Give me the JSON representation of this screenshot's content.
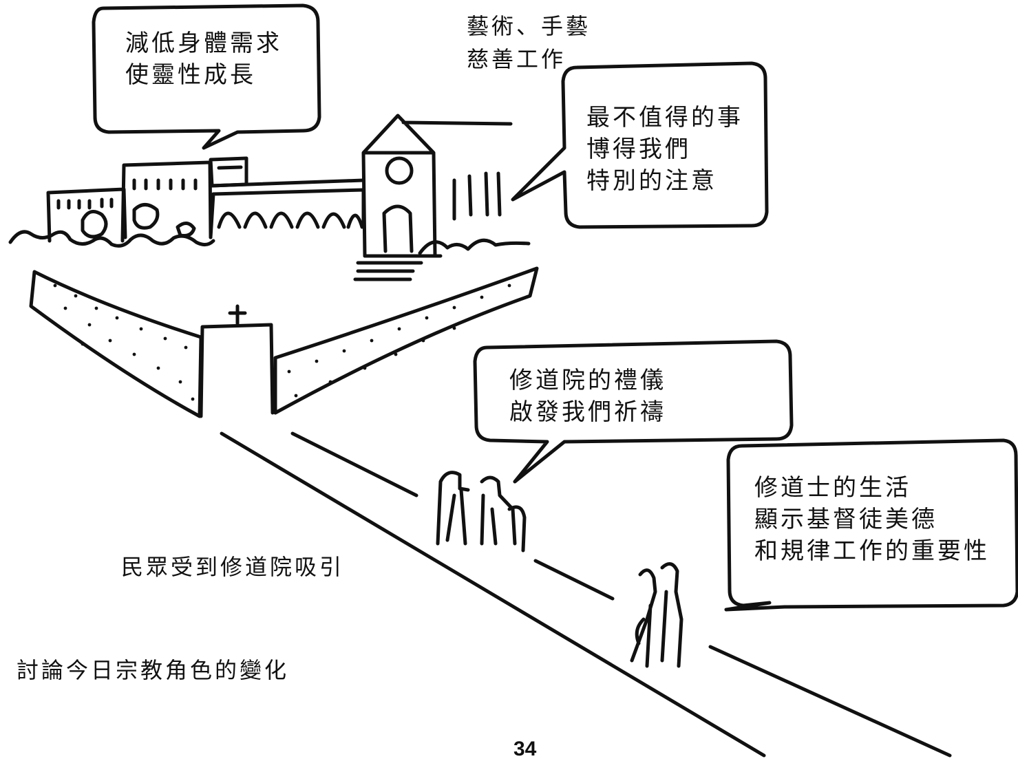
{
  "bubbles": {
    "monastic_life": [
      "減低身體需求",
      "使靈性成長"
    ],
    "least_worthy": [
      "最不值得的事",
      "博得我們",
      "特別的注意"
    ],
    "liturgy": [
      "修道院的禮儀",
      "啟發我們祈禱"
    ],
    "monk_life": [
      "修道士的生活",
      "顯示基督徒美德",
      "和規律工作的重要性"
    ]
  },
  "labels": {
    "arts": [
      "藝術、手藝",
      "慈善工作"
    ],
    "people_attracted": "民眾受到修道院吸引",
    "discussion": "討論今日宗教角色的變化"
  },
  "page_number": "34"
}
